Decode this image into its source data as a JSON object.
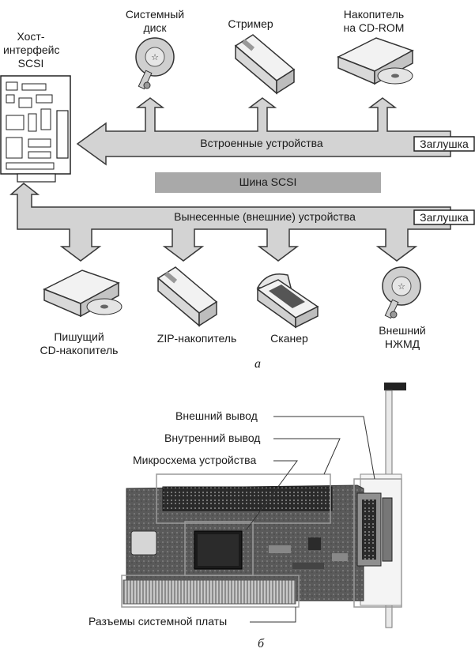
{
  "figure_a": {
    "host_label": [
      "Хост-",
      "интерфейс",
      "SCSI"
    ],
    "internal_devices": [
      {
        "label": [
          "Системный",
          "диск"
        ],
        "icon": "hard-disk-icon"
      },
      {
        "label": [
          "Стример"
        ],
        "icon": "tape-drive-icon"
      },
      {
        "label": [
          "Накопитель",
          "на CD-ROM"
        ],
        "icon": "cdrom-drive-icon"
      }
    ],
    "internal_bus_label": "Встроенные устройства",
    "terminator_label": "Заглушка",
    "scsi_bus_label": "Шина SCSI",
    "external_bus_label": "Вынесенные (внешние) устройства",
    "external_devices": [
      {
        "label": [
          "Пишущий",
          "CD-накопитель"
        ],
        "icon": "cd-writer-icon"
      },
      {
        "label": [
          "ZIP-накопитель"
        ],
        "icon": "zip-drive-icon"
      },
      {
        "label": [
          "Сканер"
        ],
        "icon": "scanner-icon"
      },
      {
        "label": [
          "Внешний",
          "НЖМД"
        ],
        "icon": "external-hdd-icon"
      }
    ],
    "caption": "а"
  },
  "figure_b": {
    "callouts": [
      "Внешний вывод",
      "Внутренний вывод",
      "Микросхема устройства",
      "Разъемы системной платы"
    ],
    "caption": "б"
  }
}
